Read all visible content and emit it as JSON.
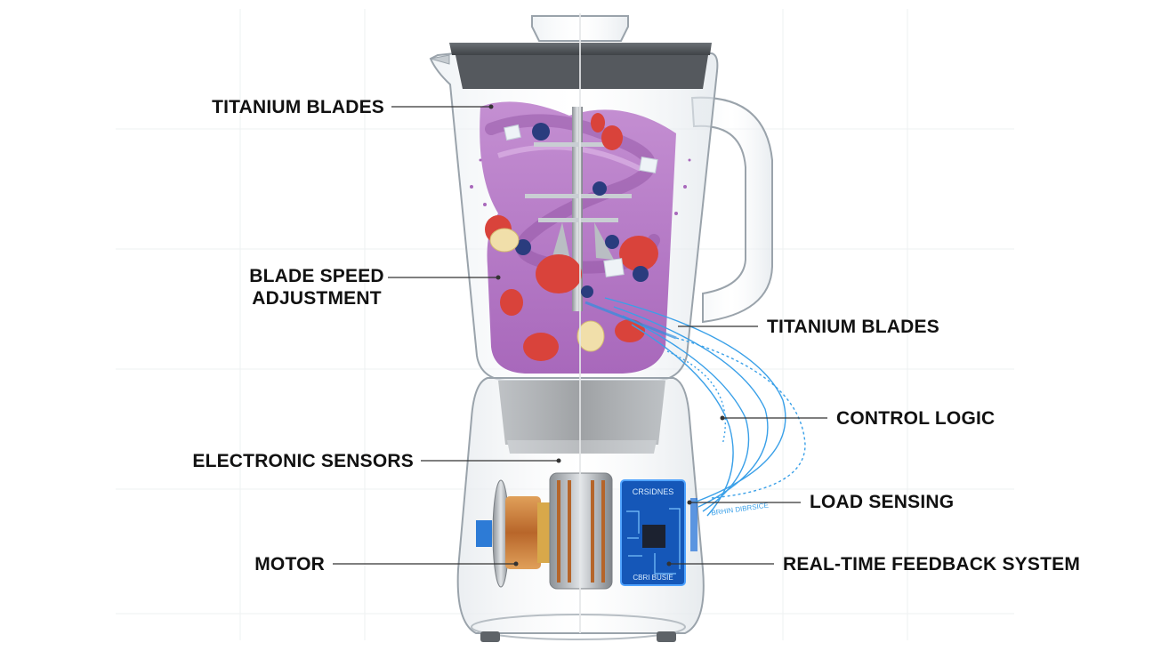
{
  "labels": {
    "titanium_blades_left": "TITANIUM BLADES",
    "blade_speed_line1": "BLADE SPEED",
    "blade_speed_line2": "ADJUSTMENT",
    "electronic_sensors": "ELECTRONIC SENSORS",
    "motor": "MOTOR",
    "titanium_blades_right": "TITANIUM BLADES",
    "control_logic": "CONTROL LOGIC",
    "load_sensing": "LOAD SENSING",
    "feedback_system": "REAL-TIME FEEDBACK SYSTEM"
  },
  "board_text": {
    "top": "CRSIDNES",
    "bottom": "CBRI BUSIE",
    "side": "BRHIN DIBRSICE"
  },
  "colors": {
    "smoothie": "#b77ac4",
    "smoothie_dark": "#8d4fa0",
    "glass_outline": "#9aa3ab",
    "lid": "#5a5f64",
    "circuit_blue": "#1e6fd9",
    "signal_blue": "#3aa0e8",
    "copper": "#c0722f",
    "label_text": "#111111"
  },
  "icons": [
    "blender-icon",
    "motor-icon",
    "circuit-board-icon",
    "strawberry-icon",
    "blueberry-icon",
    "ice-cube-icon",
    "banana-slice-icon"
  ]
}
